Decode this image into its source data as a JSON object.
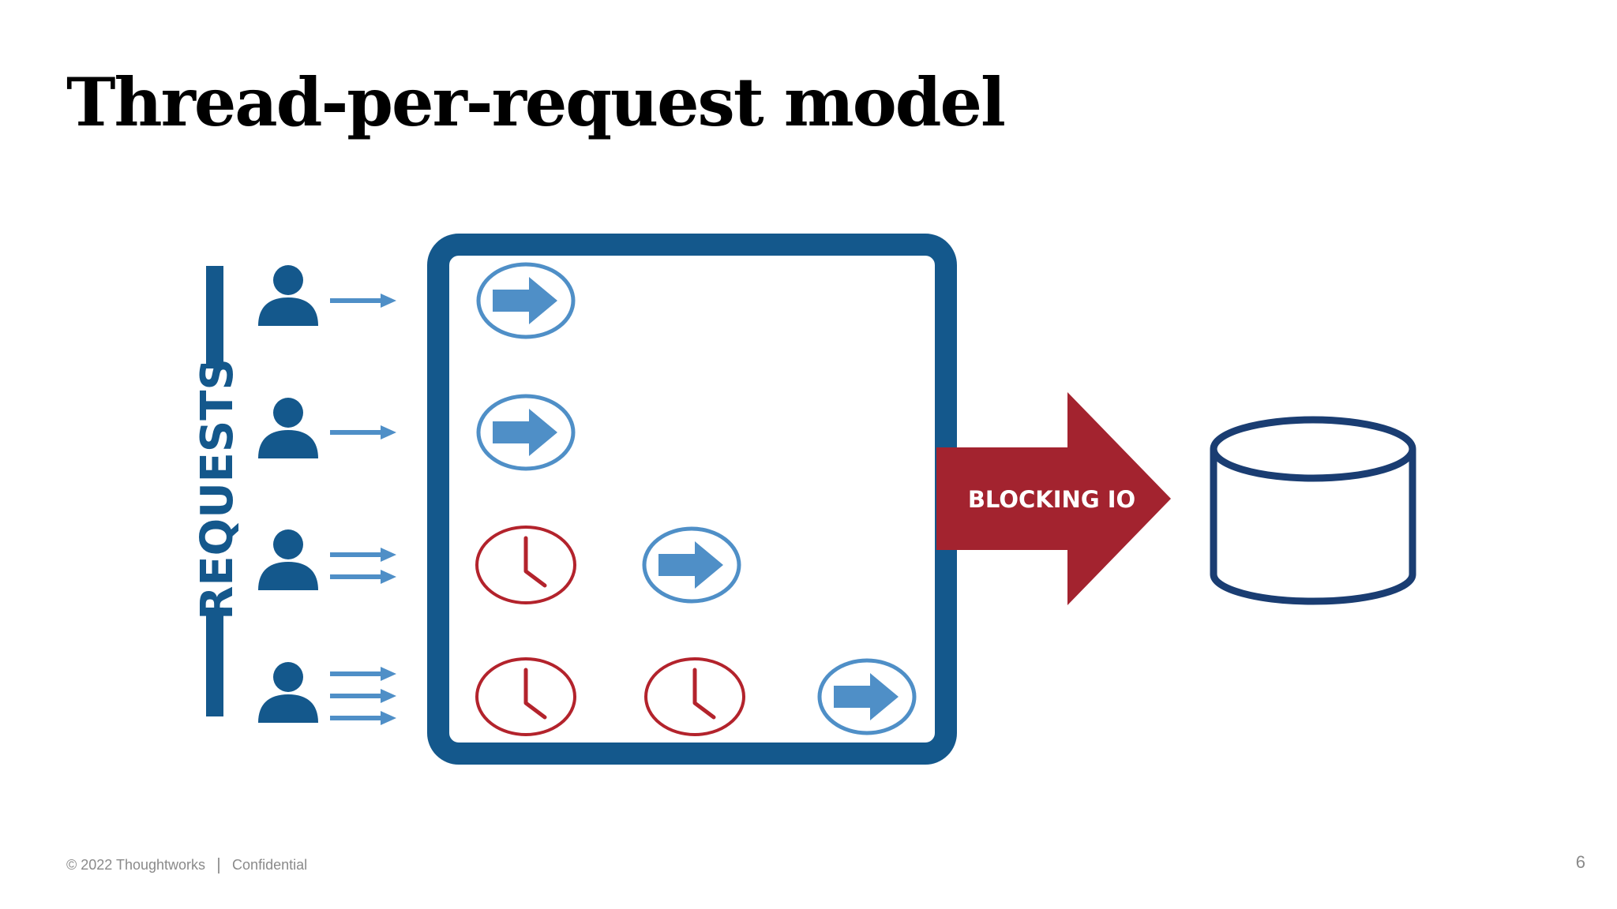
{
  "slide": {
    "title": "Thread-per-request model",
    "page_number": "6"
  },
  "diagram": {
    "requests_label": "REQUESTS",
    "blocking_label": "BLOCKING IO",
    "rows": [
      {
        "arrows": 1,
        "waiting_clocks": 0
      },
      {
        "arrows": 1,
        "waiting_clocks": 0
      },
      {
        "arrows": 2,
        "waiting_clocks": 1
      },
      {
        "arrows": 3,
        "waiting_clocks": 2
      }
    ],
    "colors": {
      "frame": "#14588c",
      "request_arrow": "#4f8fc7",
      "user": "#14588c",
      "clock": "#b3232c",
      "blocking": "#a3232f",
      "database": "#1a3d72"
    }
  },
  "footer": {
    "copyright": "© 2022 Thoughtworks",
    "classification": "Confidential"
  }
}
